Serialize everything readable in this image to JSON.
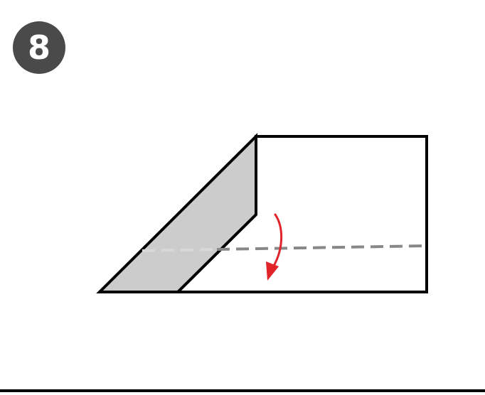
{
  "step": {
    "number": "8"
  },
  "colors": {
    "badge": "#4a4a4a",
    "badge_text": "#ffffff",
    "outline": "#000000",
    "flap_fill": "#cccccc",
    "paper_fill": "#ffffff",
    "fold_line": "#888888",
    "fold_line_light": "#d8d8d8",
    "arrow": "#e0242a"
  },
  "diagram": {
    "fold_type": "valley-fold",
    "arrow_direction": "down"
  }
}
